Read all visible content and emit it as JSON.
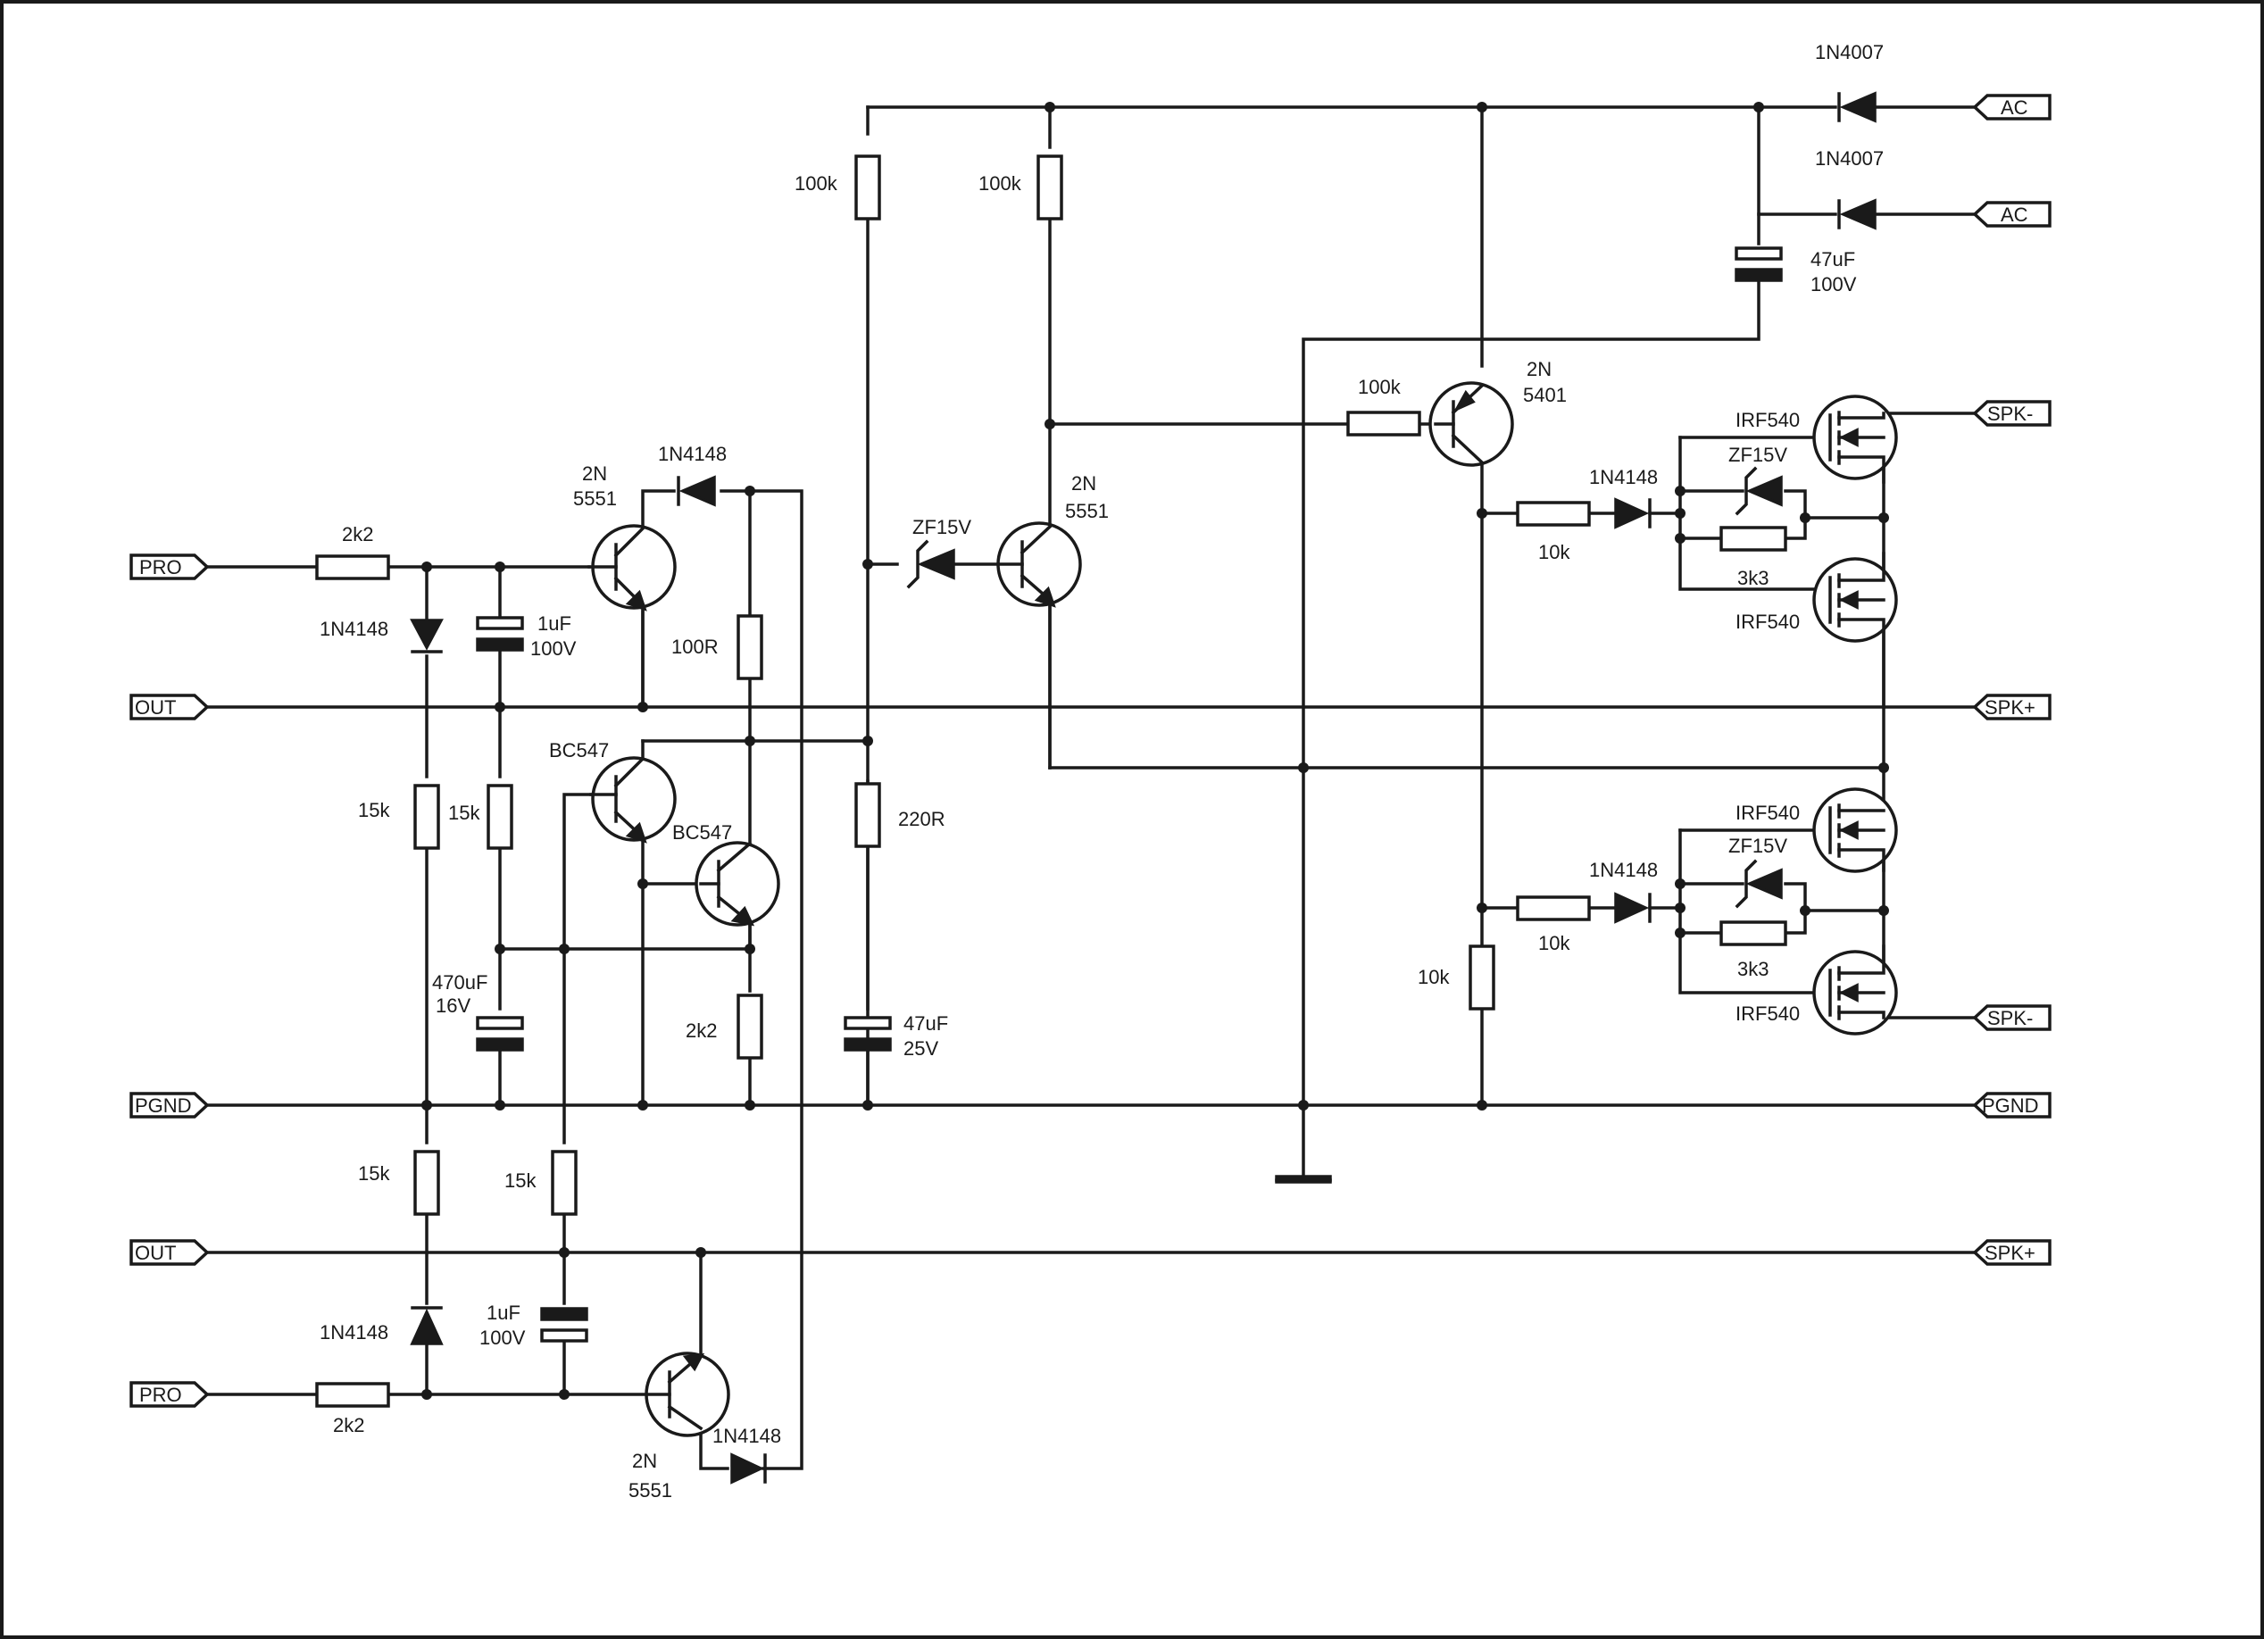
{
  "ports": {
    "pro_top": "PRO",
    "out_1": "OUT",
    "pgnd_left": "PGND",
    "out_2": "OUT",
    "pro_bottom": "PRO",
    "ac_1": "AC",
    "ac_2": "AC",
    "spk_minus_top": "SPK-",
    "spk_plus_1": "SPK+",
    "spk_minus_bottom": "SPK-",
    "pgnd_right": "PGND",
    "spk_plus_2": "SPK+"
  },
  "resistors": {
    "r_in_top": "2k2",
    "r_in_bottom": "2k2",
    "r_100r": "100R",
    "r_15k_a": "15k",
    "r_15k_b": "15k",
    "r_2k2_mid": "2k2",
    "r_220r": "220R",
    "r_15k_c": "15k",
    "r_15k_d": "15k",
    "r_100k_a": "100k",
    "r_100k_b": "100k",
    "r_100k_c": "100k",
    "r_10k_a": "10k",
    "r_3k3_a": "3k3",
    "r_10k_b": "10k",
    "r_3k3_b": "3k3",
    "r_10k_c": "10k"
  },
  "capacitors": {
    "c_1uf_top": [
      "1uF",
      "100V"
    ],
    "c_470uf": [
      "470uF",
      "16V"
    ],
    "c_47uf_25v": [
      "47uF",
      "25V"
    ],
    "c_1uf_bottom": [
      "1uF",
      "100V"
    ],
    "c_47uf_100v": [
      "47uF",
      "100V"
    ]
  },
  "diodes": {
    "d_top_left": "1N4148",
    "d_top_right": "1N4148",
    "d_bottom_left": "1N4148",
    "d_bottom_right": "1N4148",
    "d_ac_1": "1N4007",
    "d_ac_2": "1N4007",
    "d_gate_a": "1N4148",
    "d_gate_b": "1N4148"
  },
  "zeners": {
    "z_mid": "ZF15V",
    "z_gate_a": "ZF15V",
    "z_gate_b": "ZF15V"
  },
  "transistors": {
    "q_top": [
      "2N",
      "5551"
    ],
    "q_bc547_a": "BC547",
    "q_bc547_b": "BC547",
    "q_bottom": [
      "2N",
      "5551"
    ],
    "q_mid": [
      "2N",
      "5551"
    ],
    "q_pnp": [
      "2N",
      "5401"
    ]
  },
  "mosfets": {
    "m1": "IRF540",
    "m2": "IRF540",
    "m3": "IRF540",
    "m4": "IRF540"
  }
}
